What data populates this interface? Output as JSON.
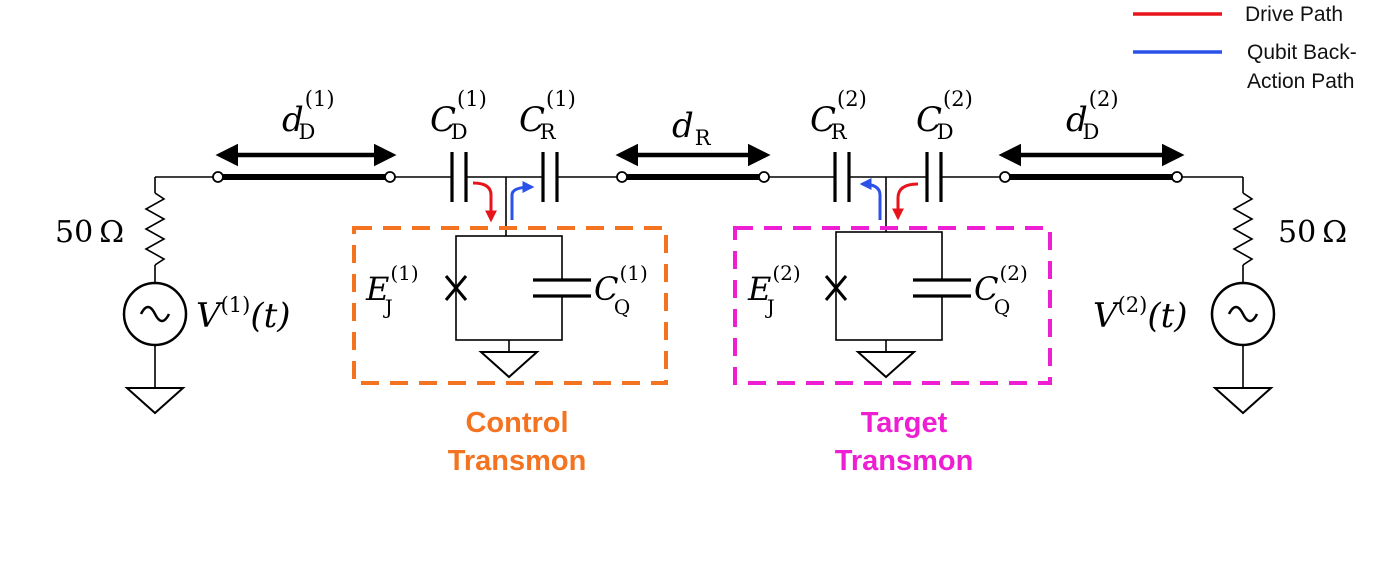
{
  "legend": {
    "drive_path": {
      "label": "Drive Path",
      "color": "#e8141c"
    },
    "backaction_path": {
      "label_line1": "Qubit Back-",
      "label_line2": "Action Path",
      "color": "#2a52e8"
    }
  },
  "labels": {
    "res_left": {
      "value": "50",
      "unit": "Ω"
    },
    "res_right": {
      "value": "50",
      "unit": "Ω"
    },
    "v1": {
      "base": "V",
      "sup": "(1)",
      "arg": "(t)"
    },
    "v2": {
      "base": "V",
      "sup": "(2)",
      "arg": "(t)"
    },
    "dD1": {
      "base": "d",
      "sub": "D",
      "sup": "(1)"
    },
    "dD2": {
      "base": "d",
      "sub": "D",
      "sup": "(2)"
    },
    "dR": {
      "base": "d",
      "sub": "R"
    },
    "CD1": {
      "base": "C",
      "sub": "D",
      "sup": "(1)"
    },
    "CR1": {
      "base": "C",
      "sub": "R",
      "sup": "(1)"
    },
    "CR2": {
      "base": "C",
      "sub": "R",
      "sup": "(2)"
    },
    "CD2": {
      "base": "C",
      "sub": "D",
      "sup": "(2)"
    },
    "EJ1": {
      "base": "E",
      "sub": "J",
      "sup": "(1)"
    },
    "EJ2": {
      "base": "E",
      "sub": "J",
      "sup": "(2)"
    },
    "CQ1": {
      "base": "C",
      "sub": "Q",
      "sup": "(1)"
    },
    "CQ2": {
      "base": "C",
      "sub": "Q",
      "sup": "(2)"
    }
  },
  "boxes": {
    "control": {
      "line1": "Control",
      "line2": "Transmon",
      "color": "#f47320"
    },
    "target": {
      "line1": "Target",
      "line2": "Transmon",
      "color": "#ee1fd2"
    }
  }
}
